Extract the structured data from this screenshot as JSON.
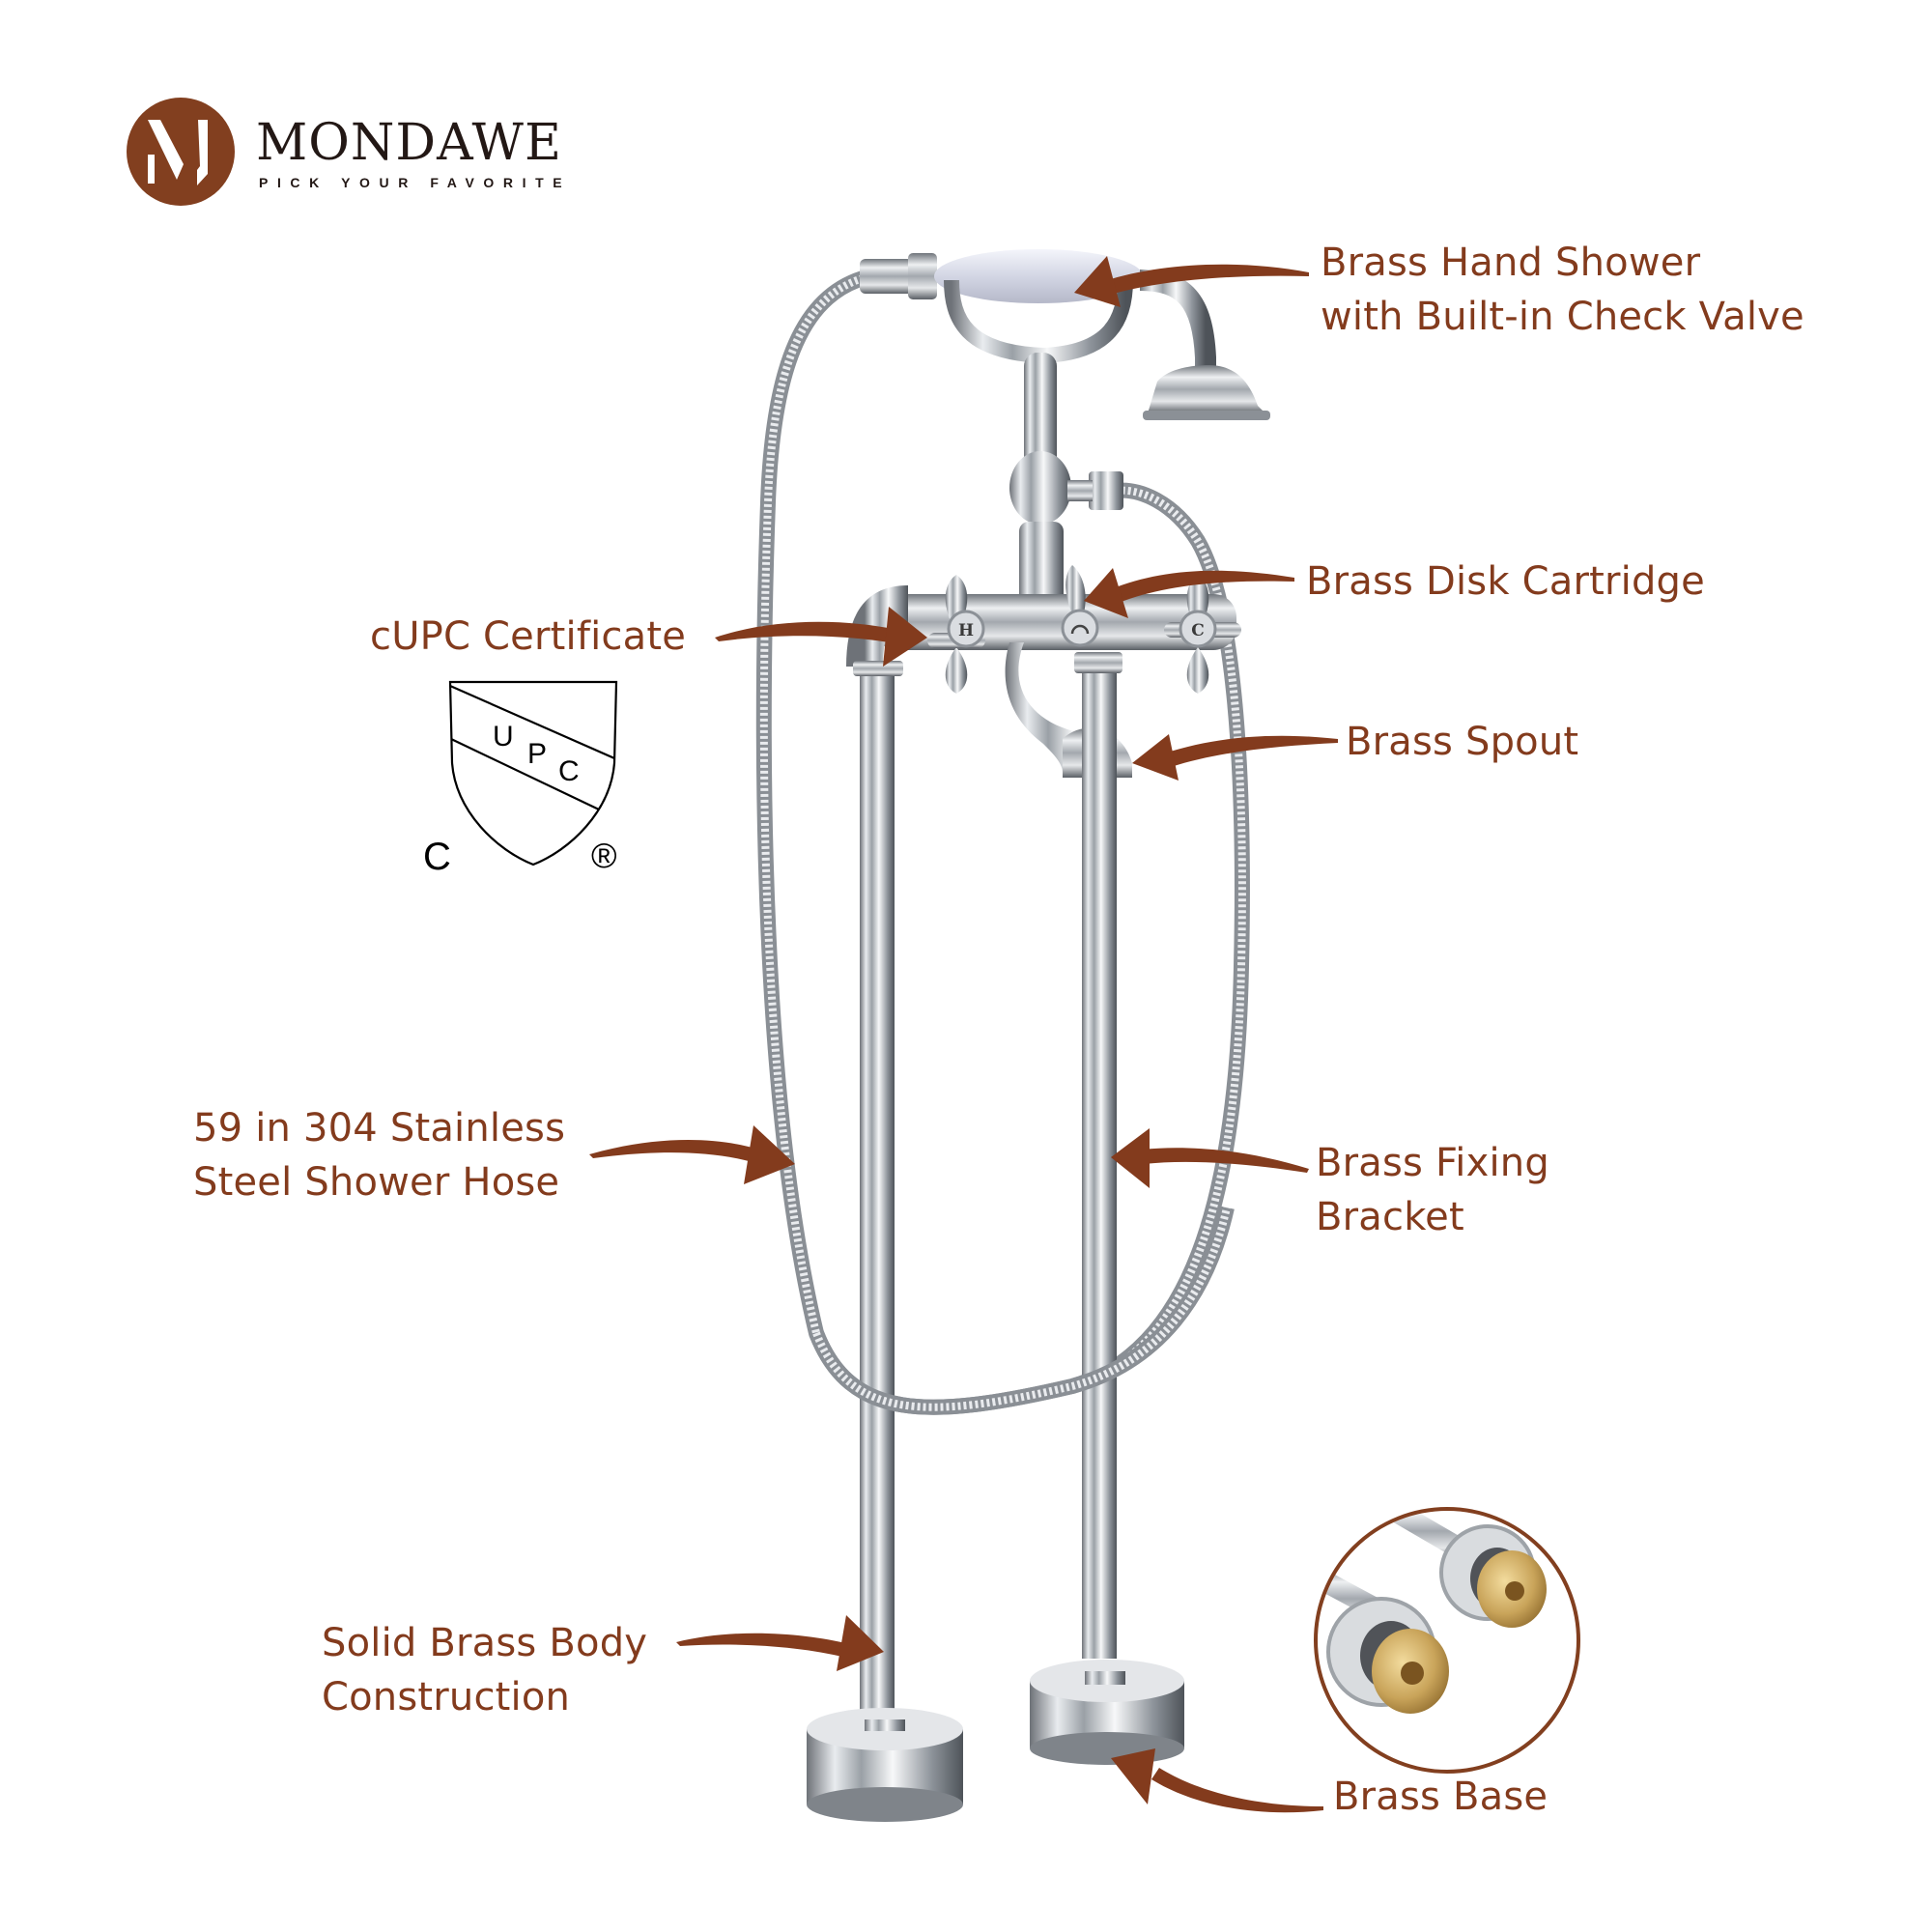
{
  "brand": {
    "name": "MONDAWE",
    "tagline": "PICK YOUR FAVORITE",
    "logo_color": "#823f1f",
    "logo_icon": "m-monogram-icon"
  },
  "accent_color": "#833b1d",
  "product": "Freestanding clawfoot tub faucet with hand shower",
  "callouts": [
    {
      "id": "hand-shower",
      "lines": [
        "Brass Hand Shower",
        "with Built-in Check Valve"
      ]
    },
    {
      "id": "disk-cartridge",
      "lines": [
        "Brass Disk Cartridge"
      ]
    },
    {
      "id": "cupc",
      "lines": [
        "cUPC Certificate"
      ]
    },
    {
      "id": "spout",
      "lines": [
        "Brass Spout"
      ]
    },
    {
      "id": "shower-hose",
      "lines": [
        "59 in 304 Stainless",
        "Steel Shower Hose"
      ]
    },
    {
      "id": "fixing-bracket",
      "lines": [
        "Brass Fixing",
        "Bracket"
      ]
    },
    {
      "id": "brass-body",
      "lines": [
        "Solid Brass Body",
        "Construction"
      ]
    },
    {
      "id": "brass-base",
      "lines": [
        "Brass Base"
      ]
    }
  ],
  "certification": {
    "badge_icon": "cupc-shield-icon",
    "shield_text": [
      "U",
      "P",
      "C"
    ],
    "left_mark": "C",
    "right_mark": "®"
  },
  "handles": {
    "hot": "H",
    "cold": "C",
    "diverter_icon": "diverter-arrow-icon"
  },
  "inset": {
    "icon": "brass-base-closeup-icon",
    "ring_color": "#823f1f"
  }
}
